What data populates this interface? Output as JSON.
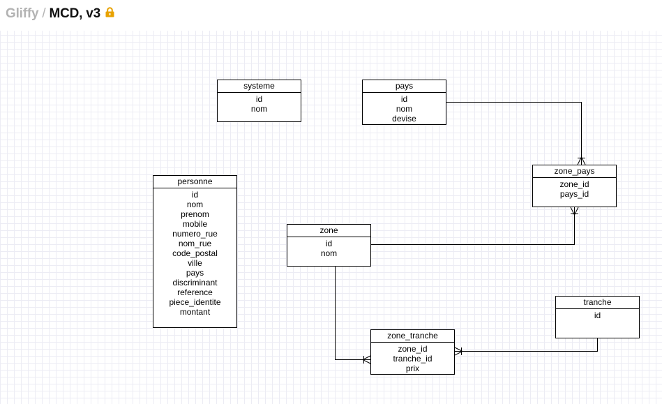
{
  "header": {
    "app_name": "Gliffy",
    "separator": "/",
    "document_title": "MCD, v3",
    "lock_icon": "lock-icon",
    "lock_color": "#e8a200"
  },
  "colors": {
    "grid": "#ececf4",
    "line": "#000000",
    "crumb_muted": "#b3b3b3"
  },
  "entities": {
    "systeme": {
      "title": "systeme",
      "fields": [
        "id",
        "nom"
      ]
    },
    "pays": {
      "title": "pays",
      "fields": [
        "id",
        "nom",
        "devise"
      ]
    },
    "zone_pays": {
      "title": "zone_pays",
      "fields": [
        "zone_id",
        "pays_id"
      ]
    },
    "personne": {
      "title": "personne",
      "fields": [
        "id",
        "nom",
        "prenom",
        "mobile",
        "numero_rue",
        "nom_rue",
        "code_postal",
        "ville",
        "pays",
        "discriminant",
        "reference",
        "piece_identite",
        "montant"
      ]
    },
    "zone": {
      "title": "zone",
      "fields": [
        "id",
        "nom"
      ]
    },
    "tranche": {
      "title": "tranche",
      "fields": [
        "id"
      ]
    },
    "zone_tranche": {
      "title": "zone_tranche",
      "fields": [
        "zone_id",
        "tranche_id",
        "prix"
      ]
    }
  },
  "relationships": [
    {
      "from": "pays",
      "to": "zone_pays",
      "notation": "one-to-many"
    },
    {
      "from": "zone",
      "to": "zone_pays",
      "notation": "one-to-many"
    },
    {
      "from": "zone",
      "to": "zone_tranche",
      "notation": "one-to-many"
    },
    {
      "from": "tranche",
      "to": "zone_tranche",
      "notation": "one-to-many"
    }
  ]
}
